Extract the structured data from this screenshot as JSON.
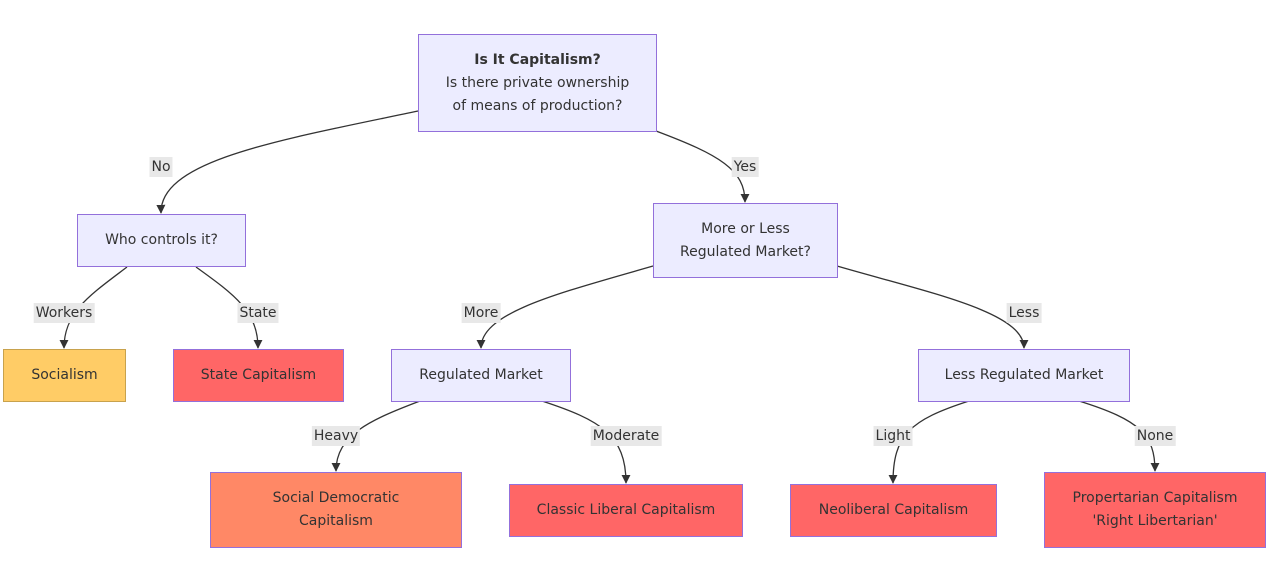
{
  "nodes": {
    "root": {
      "title": "Is It Capitalism?",
      "line1": "Is there private ownership",
      "line2": "of means of production?"
    },
    "who_controls": {
      "label": "Who controls it?"
    },
    "regulated_q": {
      "line1": "More or Less",
      "line2": "Regulated Market?"
    },
    "socialism": {
      "label": "Socialism"
    },
    "state_capitalism": {
      "label": "State Capitalism"
    },
    "regulated_market": {
      "label": "Regulated Market"
    },
    "less_regulated_market": {
      "label": "Less Regulated Market"
    },
    "social_democratic": {
      "line1": "Social Democratic",
      "line2": "Capitalism"
    },
    "classic_liberal": {
      "label": "Classic Liberal Capitalism"
    },
    "neoliberal": {
      "label": "Neoliberal Capitalism"
    },
    "propertarian": {
      "line1": "Propertarian Capitalism",
      "line2": "'Right Libertarian'"
    }
  },
  "edges": {
    "no": "No",
    "yes": "Yes",
    "workers": "Workers",
    "state": "State",
    "more": "More",
    "less": "Less",
    "heavy": "Heavy",
    "moderate": "Moderate",
    "light": "Light",
    "none": "None"
  },
  "colors": {
    "question_fill": "#ececff",
    "node_border": "#9370db",
    "socialism_fill": "#ffcc66",
    "capitalism_fill": "#ff6666",
    "social_democratic_fill": "#ff8866",
    "edge_stroke": "#333333",
    "edge_label_bg": "#e8e8e8"
  }
}
